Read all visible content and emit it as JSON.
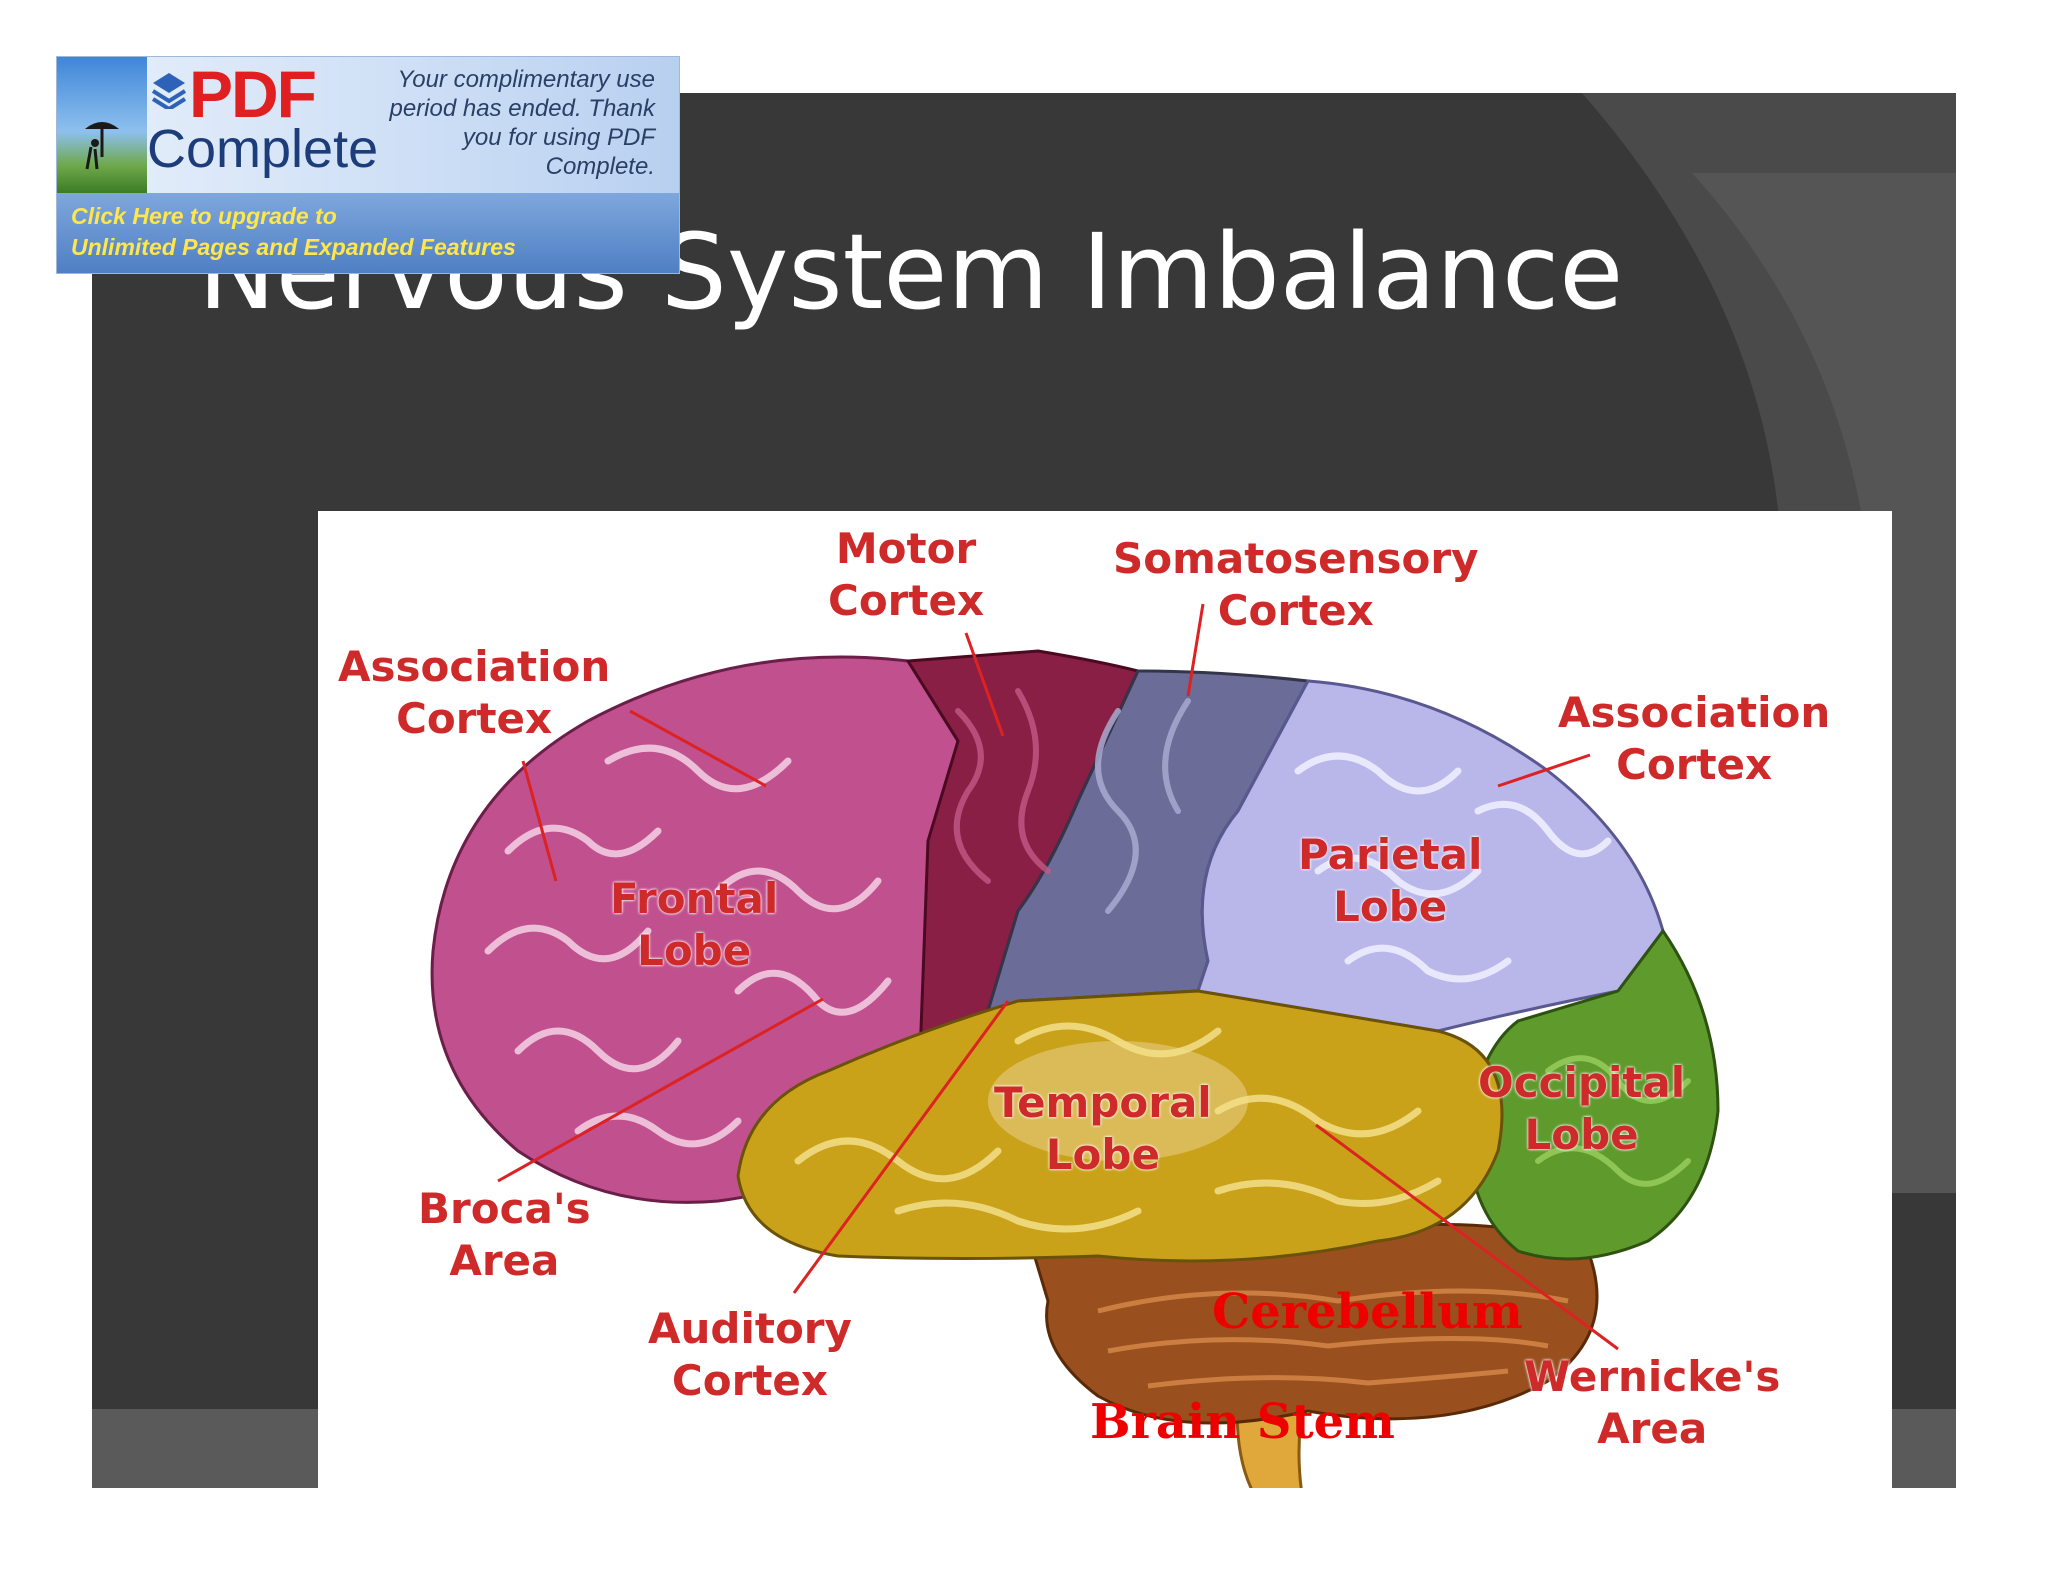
{
  "slide": {
    "title": "Nervous System Imbalance"
  },
  "diagram": {
    "labels": {
      "motor_cortex": "Motor\nCortex",
      "somatosensory_cortex": "Somatosensory\nCortex",
      "association_cortex_front": "Association\nCortex",
      "association_cortex_back": "Association\nCortex",
      "frontal_lobe": "Frontal\nLobe",
      "parietal_lobe": "Parietal\nLobe",
      "temporal_lobe": "Temporal\nLobe",
      "occipital_lobe": "Occipital\nLobe",
      "brocas_area": "Broca's\nArea",
      "auditory_cortex": "Auditory\nCortex",
      "wernickes_area": "Wernicke's\nArea",
      "cerebellum": "Cerebellum",
      "brain_stem": "Brain Stem"
    },
    "colors": {
      "frontal": "#c0508e",
      "motor": "#8a1f45",
      "somatosensory": "#6c6c98",
      "parietal": "#b9b6ea",
      "temporal": "#c9a21a",
      "occipital": "#5f9a2c",
      "cerebellum": "#9a4f1e",
      "brainstem": "#e0a83a",
      "label": "#cf2a2a",
      "leader": "#dd2222"
    }
  },
  "banner": {
    "brand_top": "PDF",
    "brand_bottom": "Complete",
    "message": "Your complimentary use period has ended. Thank you for using PDF Complete.",
    "cta": "Click Here to upgrade to\nUnlimited Pages and Expanded Features"
  }
}
